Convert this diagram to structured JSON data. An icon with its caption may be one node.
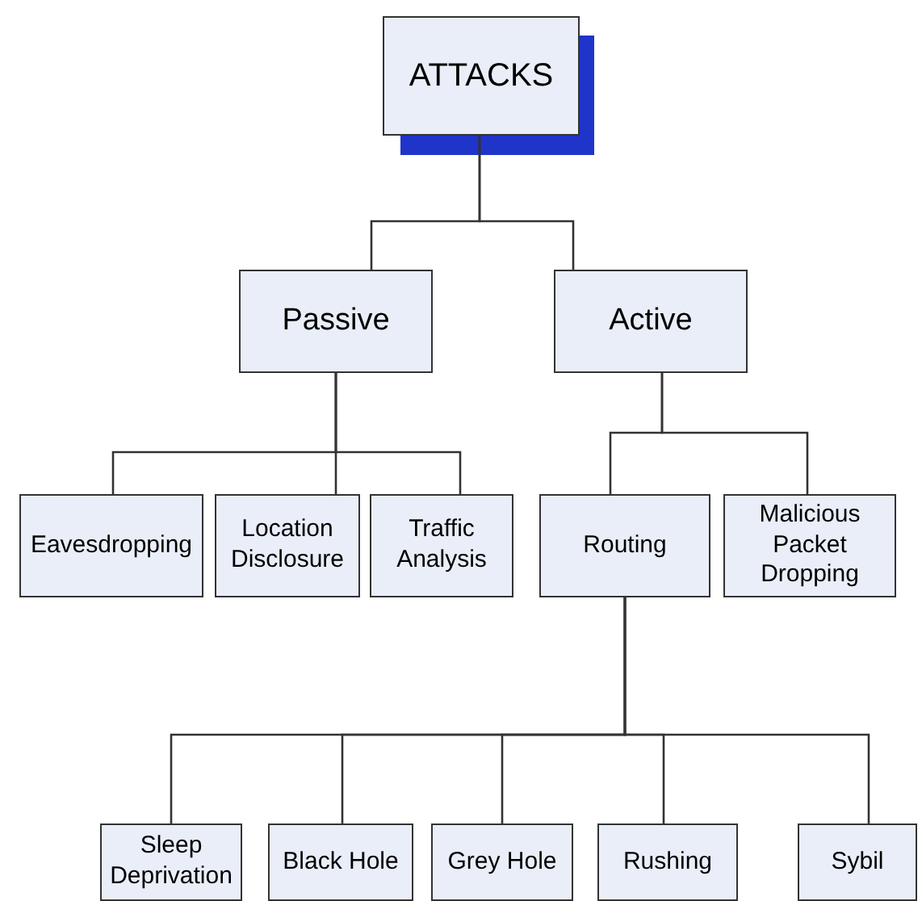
{
  "diagram": {
    "nodes": [
      {
        "text": [
          "ATTACKS"
        ]
      },
      {
        "text": [
          "Passive"
        ]
      },
      {
        "text": [
          "Active"
        ]
      },
      {
        "text": [
          "Eavesdropping"
        ]
      },
      {
        "text": [
          "Location Disclosure"
        ]
      },
      {
        "text": [
          "Traffic Analysis"
        ]
      },
      {
        "text": [
          "Routing"
        ]
      },
      {
        "text": [
          "Malicious Packet Dropping"
        ]
      },
      {
        "text": [
          "Sleep Deprivation"
        ]
      },
      {
        "text": [
          "Black Hole"
        ]
      },
      {
        "text": [
          "Grey Hole"
        ]
      },
      {
        "text": [
          "Rushing"
        ]
      },
      {
        "text": [
          "Sybil"
        ]
      }
    ],
    "edges": [
      {
        "from": 0,
        "to": 1,
        "arrow": "none"
      },
      {
        "from": 0,
        "to": 2,
        "arrow": "none"
      },
      {
        "from": 1,
        "to": 3,
        "arrow": "none"
      },
      {
        "from": 1,
        "to": 4,
        "arrow": "none"
      },
      {
        "from": 1,
        "to": 5,
        "arrow": "none"
      },
      {
        "from": 2,
        "to": 6,
        "arrow": "none"
      },
      {
        "from": 2,
        "to": 7,
        "arrow": "none"
      },
      {
        "from": 6,
        "to": 8,
        "arrow": "none"
      },
      {
        "from": 6,
        "to": 9,
        "arrow": "none"
      },
      {
        "from": 6,
        "to": 10,
        "arrow": "none"
      },
      {
        "from": 6,
        "to": 11,
        "arrow": "none"
      },
      {
        "from": 6,
        "to": 12,
        "arrow": "none"
      }
    ]
  }
}
